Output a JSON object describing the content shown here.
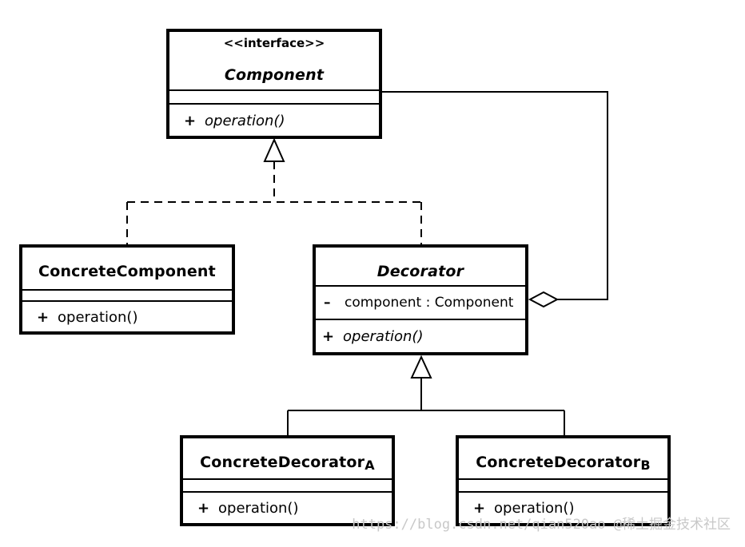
{
  "component": {
    "stereotype": "<<interface>>",
    "name": "Component",
    "operation_visibility": "+",
    "operation": "operation()"
  },
  "concrete_component": {
    "name": "ConcreteComponent",
    "operation_visibility": "+",
    "operation": "operation()"
  },
  "decorator": {
    "name": "Decorator",
    "attribute_visibility": "–",
    "attribute": "component : Component",
    "operation_visibility": "+",
    "operation": "operation()"
  },
  "concrete_decorator_a": {
    "name": "ConcreteDecorator",
    "suffix": "A",
    "operation_visibility": "+",
    "operation": "operation()"
  },
  "concrete_decorator_b": {
    "name": "ConcreteDecorator",
    "suffix": "B",
    "operation_visibility": "+",
    "operation": "operation()"
  },
  "watermark": "https://blog.csdn.net/qian520ao  @稀土掘金技术社区"
}
